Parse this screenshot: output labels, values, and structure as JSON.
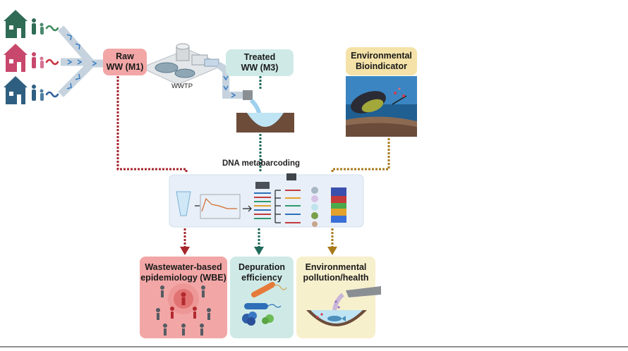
{
  "nodes": {
    "raw": {
      "line1": "Raw",
      "line2": "WW (M1)"
    },
    "treated": {
      "line1": "Treated",
      "line2": "WW (M3)"
    },
    "bioindicator": {
      "line1": "Environmental",
      "line2": "Bioindicator"
    },
    "wwtp": "WWTP",
    "dna": "DNA metabarcoding"
  },
  "outcomes": {
    "wbe": {
      "line1": "Wastewater-based",
      "line2": "epidemiology (WBE)"
    },
    "depuration": {
      "line1": "Depuration",
      "line2": "efficiency"
    },
    "environmental": {
      "line1": "Environmental",
      "line2": "pollution/health"
    }
  },
  "colors": {
    "raw": "#f2a6a6",
    "treated": "#cfeae6",
    "bioindicator": "#f4e2a8",
    "arrow_raw": "#a6262c",
    "arrow_treated": "#1f6a5a",
    "arrow_bio": "#a87a1c",
    "house_green": "#2f6b55",
    "house_pink": "#c8476c",
    "house_blue": "#2f5f80",
    "dna_panel": "#e8eff8"
  }
}
